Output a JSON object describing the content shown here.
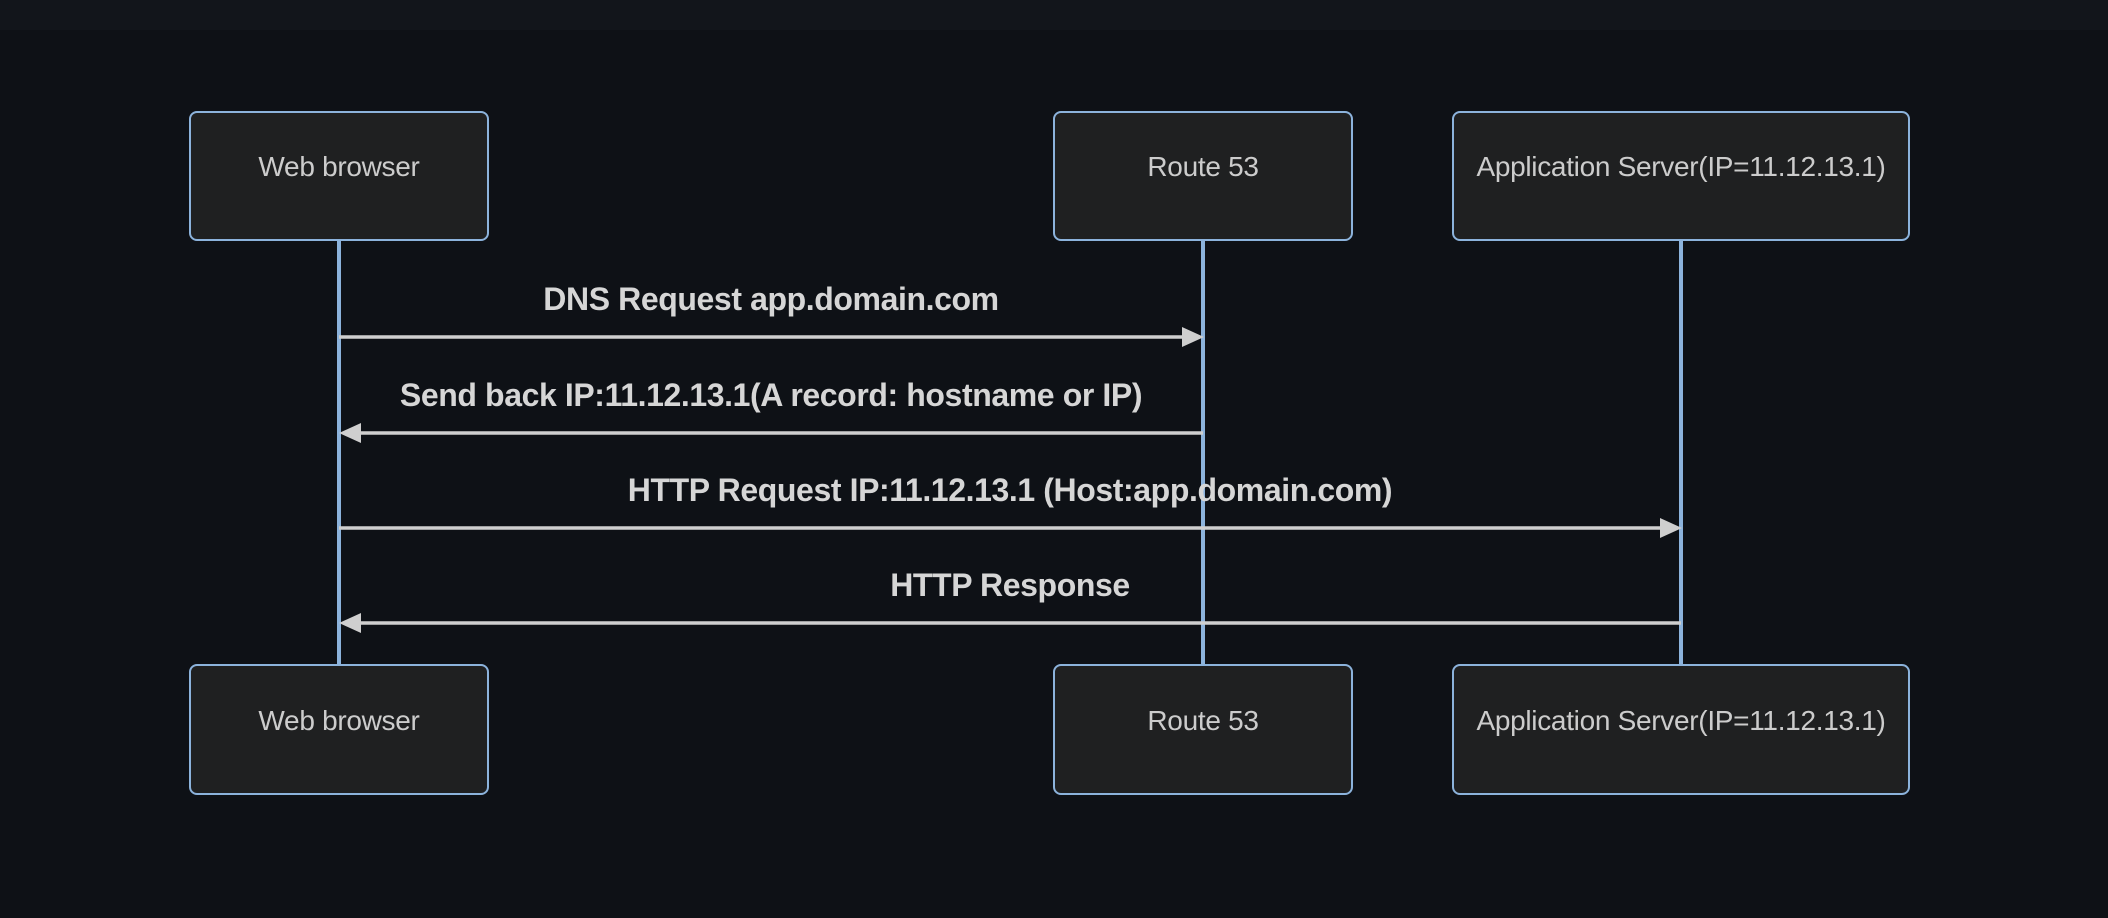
{
  "diagram": {
    "type": "sequence-diagram",
    "actors": [
      {
        "id": "web-browser",
        "label": "Web browser"
      },
      {
        "id": "route-53",
        "label": "Route 53"
      },
      {
        "id": "application-server",
        "label": "Application Server(IP=11.12.13.1)"
      }
    ],
    "messages": [
      {
        "from": "web-browser",
        "to": "route-53",
        "direction": "right",
        "label": "DNS Request app.domain.com"
      },
      {
        "from": "route-53",
        "to": "web-browser",
        "direction": "left",
        "label": "Send back IP:11.12.13.1(A record: hostname or IP)"
      },
      {
        "from": "web-browser",
        "to": "application-server",
        "direction": "right",
        "label": "HTTP Request IP:11.12.13.1 (Host:app.domain.com)"
      },
      {
        "from": "application-server",
        "to": "web-browser",
        "direction": "left",
        "label": "HTTP Response"
      }
    ],
    "colors": {
      "background": "#0e1116",
      "actor_fill": "#1f2021",
      "actor_border": "#8cb3dc",
      "actor_text": "#cccccc",
      "lifeline": "#8cb3dc",
      "signal_line": "#cfcfcf",
      "signal_text": "#d6d6d6"
    }
  }
}
